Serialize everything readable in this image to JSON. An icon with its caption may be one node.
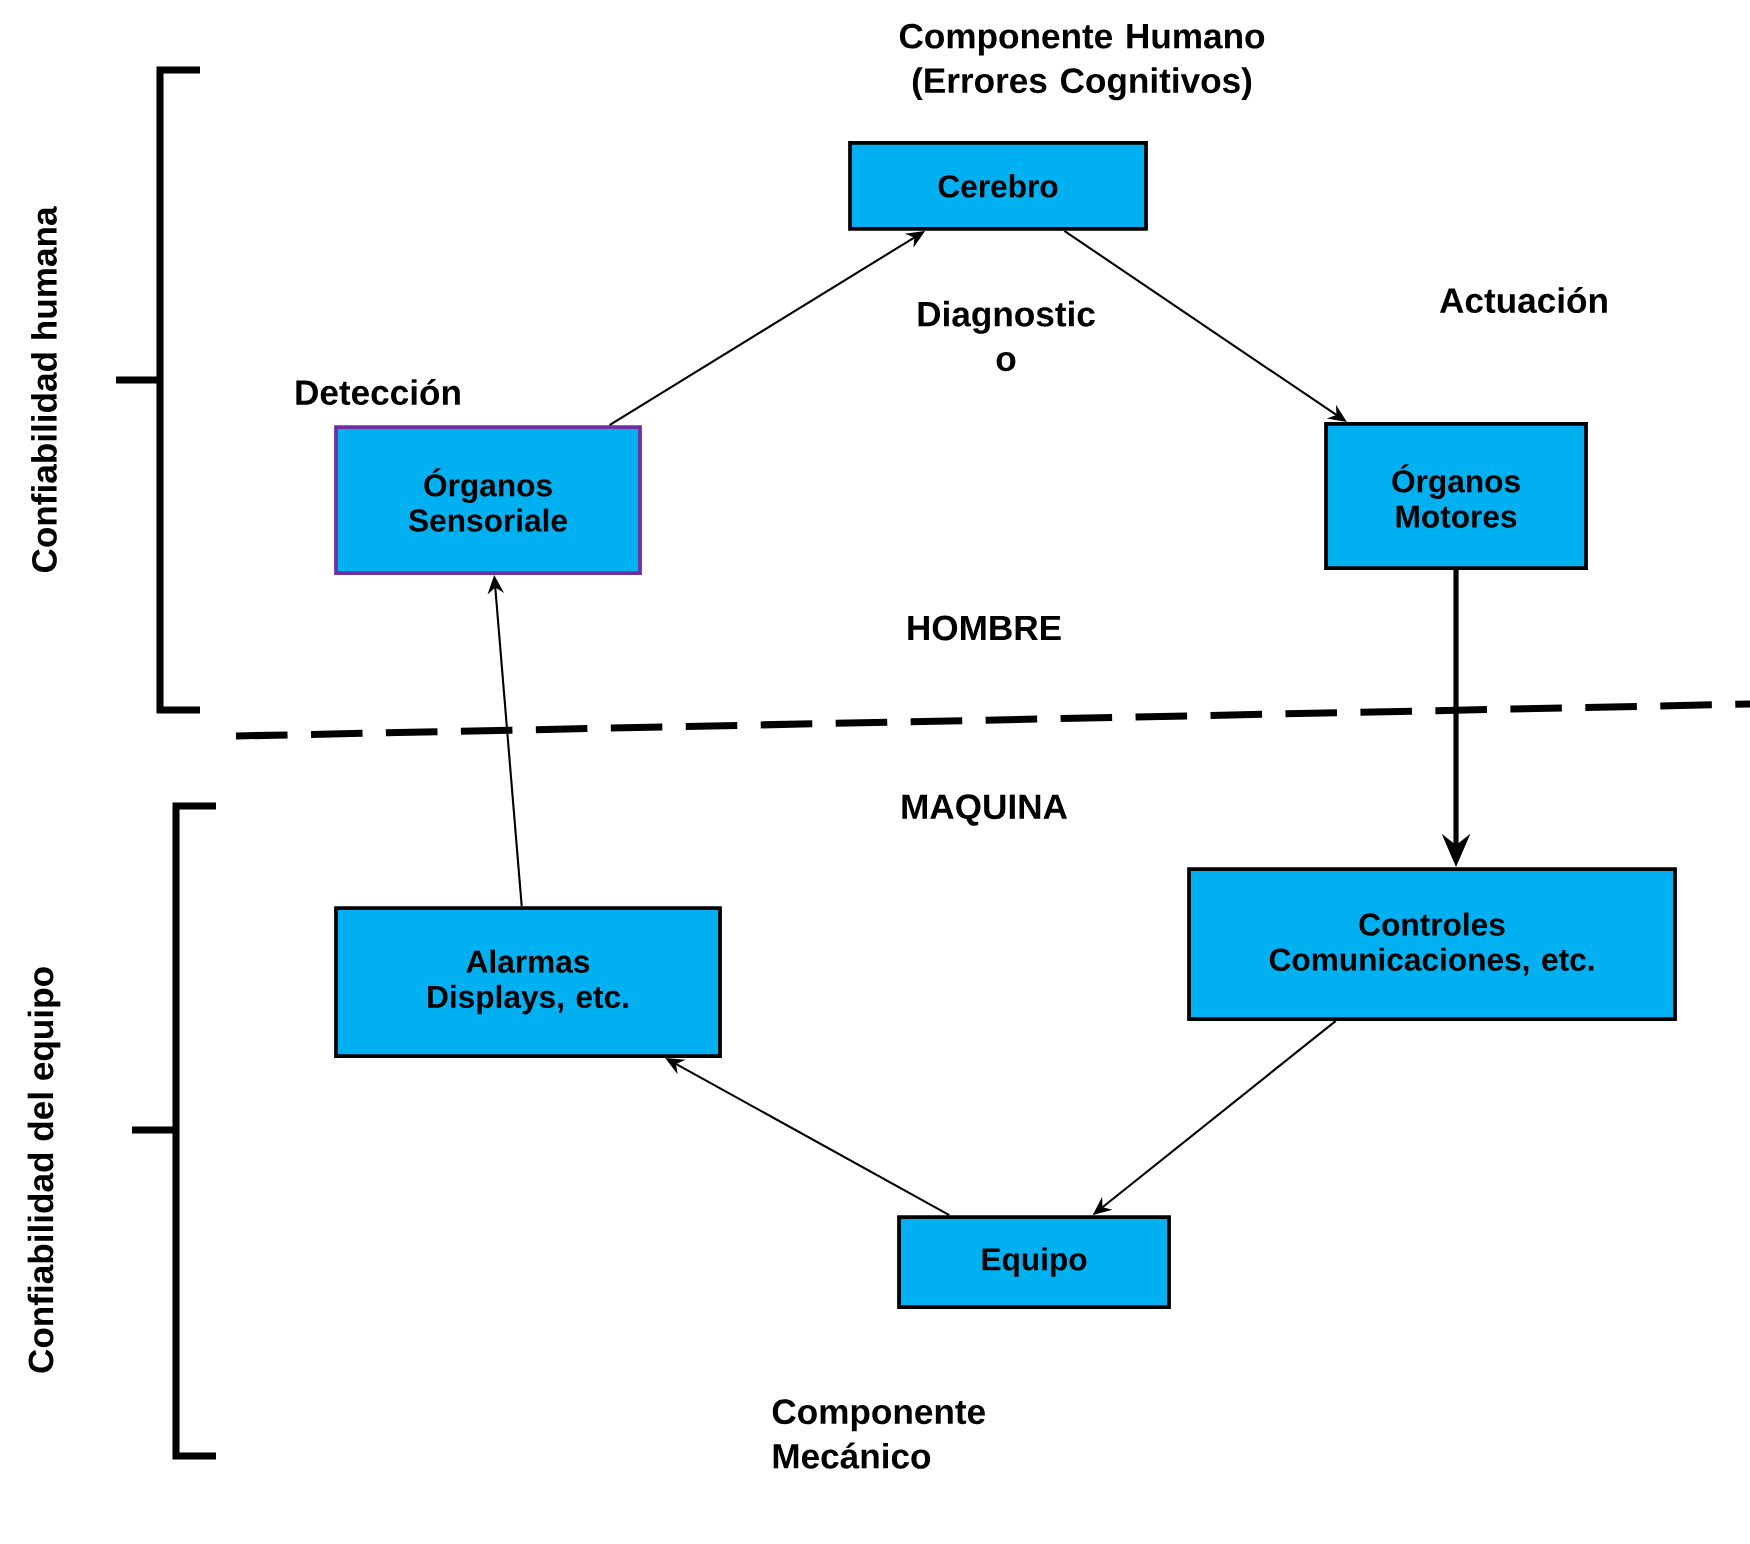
{
  "diagram": {
    "nodes": [
      {
        "text": [
          "Cerebro"
        ],
        "beside": [
          "Componente Humano (Errores Cognitivos)"
        ]
      },
      {
        "text": [
          "Órganos Sensoriale"
        ],
        "beside": [
          "Detección"
        ]
      },
      {
        "text": [
          "Órganos Motores"
        ]
      },
      {
        "text": [
          "Controles Comunicaciones, etc."
        ]
      },
      {
        "text": [
          "Alarmas Displays, etc."
        ]
      },
      {
        "text": [
          "Equipo"
        ],
        "beside": [
          "Componente Mecánico"
        ]
      }
    ],
    "edges": [
      {
        "from": 1,
        "to": 0,
        "arrow": "to"
      },
      {
        "from": 0,
        "to": 2,
        "arrow": "to"
      },
      {
        "from": 2,
        "to": 3,
        "arrow": "to",
        "style": "thick"
      },
      {
        "from": 3,
        "to": 5,
        "arrow": "to"
      },
      {
        "from": 5,
        "to": 4,
        "arrow": "to"
      },
      {
        "from": 4,
        "to": 1,
        "arrow": "to"
      }
    ],
    "labels": [
      "Confiabilidad humana",
      "Diagnostic o",
      "Actuación",
      "HOMBRE",
      "MAQUINA",
      "Confiabilidad del equipo"
    ]
  }
}
